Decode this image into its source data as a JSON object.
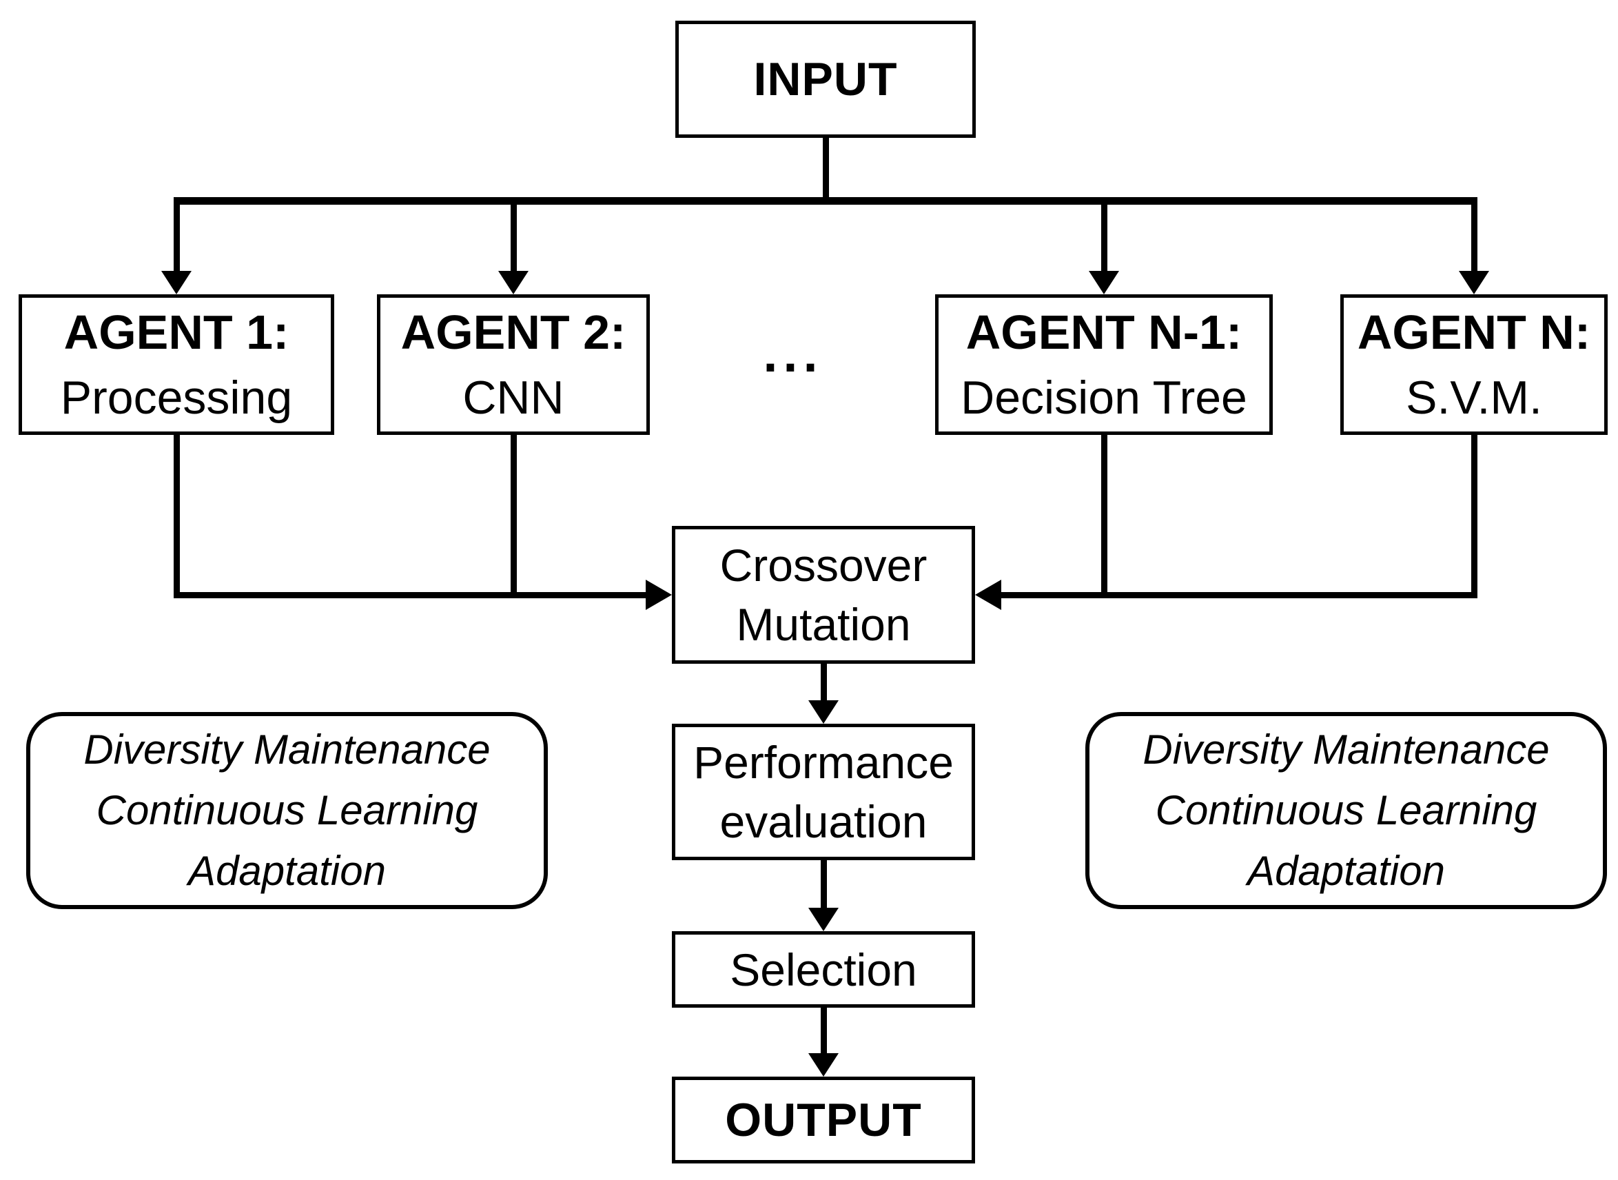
{
  "colors": {
    "ink": "#000000",
    "paper": "#ffffff"
  },
  "input": {
    "label": "INPUT"
  },
  "agents": [
    {
      "title": "AGENT 1:",
      "subtitle": "Processing"
    },
    {
      "title": "AGENT 2:",
      "subtitle": "CNN"
    },
    {
      "title": "AGENT N-1:",
      "subtitle": "Decision Tree"
    },
    {
      "title": "AGENT N:",
      "subtitle": "S.V.M."
    }
  ],
  "ellipsis": "...",
  "evolution": {
    "crossover": {
      "line1": "Crossover",
      "line2": "Mutation"
    },
    "performance": {
      "line1": "Performance",
      "line2": "evaluation"
    },
    "selection": {
      "label": "Selection"
    }
  },
  "output": {
    "label": "OUTPUT"
  },
  "notes": {
    "left": {
      "line1": "Diversity Maintenance",
      "line2": "Continuous Learning",
      "line3": "Adaptation"
    },
    "right": {
      "line1": "Diversity Maintenance",
      "line2": "Continuous Learning",
      "line3": "Adaptation"
    }
  }
}
